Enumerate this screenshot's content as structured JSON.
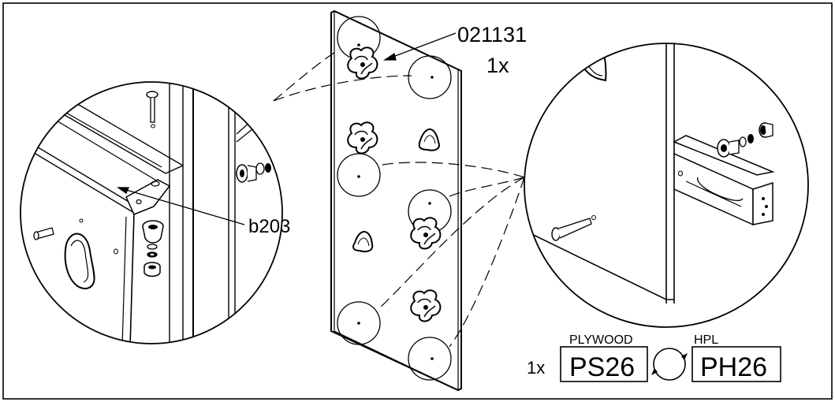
{
  "callouts": {
    "part_number": "021131",
    "part_qty": "1x",
    "bolt_ref": "b203"
  },
  "panel_option": {
    "qty": "1x",
    "material_a_label": "PLYWOOD",
    "material_a_code": "PS26",
    "material_b_label": "HPL",
    "material_b_code": "PH26",
    "swap_icon": "circular-arrows-icon"
  }
}
